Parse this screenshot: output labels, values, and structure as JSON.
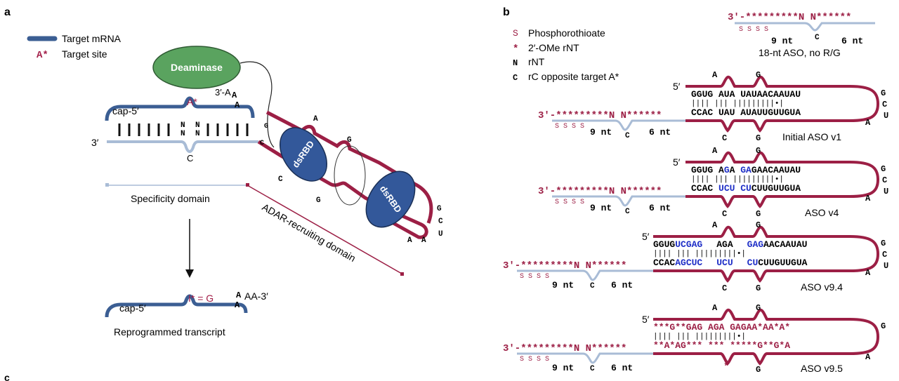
{
  "panel_a": {
    "label": "a",
    "legend": {
      "target_mrna": "Target mRNA",
      "target_site_symbol": "A*",
      "target_site": "Target site"
    },
    "deaminase": "Deaminase",
    "dsrbd": "dsRBD",
    "cap5": "cap-5′",
    "three_prime": "3′",
    "a_star": "A*",
    "three_aa": "3′-A",
    "A": "A",
    "N": "N",
    "C": "C",
    "G": "G",
    "U": "U",
    "specificity": "Specificity domain",
    "adar_recruiting": "ADAR-recruiting domain",
    "i_eq_g": "I* = G",
    "aaa3": "AA-3′",
    "reprogrammed": "Reprogrammed transcript"
  },
  "panel_b": {
    "label": "b",
    "legend": [
      {
        "sym": "S",
        "text": "Phosphorothioate"
      },
      {
        "sym": "*",
        "text": "2′-OMe rNT"
      },
      {
        "sym": "N",
        "text": "rNT"
      },
      {
        "sym": "C",
        "text": "rC opposite target A*"
      }
    ],
    "nt9": "9 nt",
    "nt6": "6 nt",
    "star_strand_top": "3′-*********N  N******",
    "ssss": "S S S S",
    "top_caption": "18-nt ASO, no R/G",
    "v1": {
      "top": "GGUG   AUA   UAUAACAAUAU",
      "pairs": "||||   |||   |||||||||•|",
      "bottom": "CCAC   UAU   AUAUUGUUGUA",
      "caption": "Initial ASO v1"
    },
    "v4": {
      "top_a": "GGUG   A",
      "top_b": "G",
      "top_c": "A   ",
      "top_d": "GA",
      "top_e": "GAACAAUAU",
      "bottom_a": "CCAC   ",
      "bottom_b": "UCU",
      "bottom_c": "   ",
      "bottom_d": "CU",
      "bottom_e": "CUUGUUGUA",
      "caption": "ASO v4"
    },
    "v94": {
      "top_a": "GGUG",
      "top_b": "UCGAG",
      "top_c": "AGA",
      "top_d": "GAG",
      "top_e": "AACAAUAU",
      "bottom_a": "CCAC",
      "bottom_b": "AGCUC",
      "bottom_c": "UCU",
      "bottom_d": "CU",
      "bottom_e": "CUUGUUGUA",
      "caption": "ASO v9.4"
    },
    "v95": {
      "top": "***G**GAG   AGA   GAGAA*AA*A*",
      "bottom": "**A*AG***   ***   *****G**G*A",
      "caption": "ASO v9.5"
    },
    "c_label": "c"
  }
}
